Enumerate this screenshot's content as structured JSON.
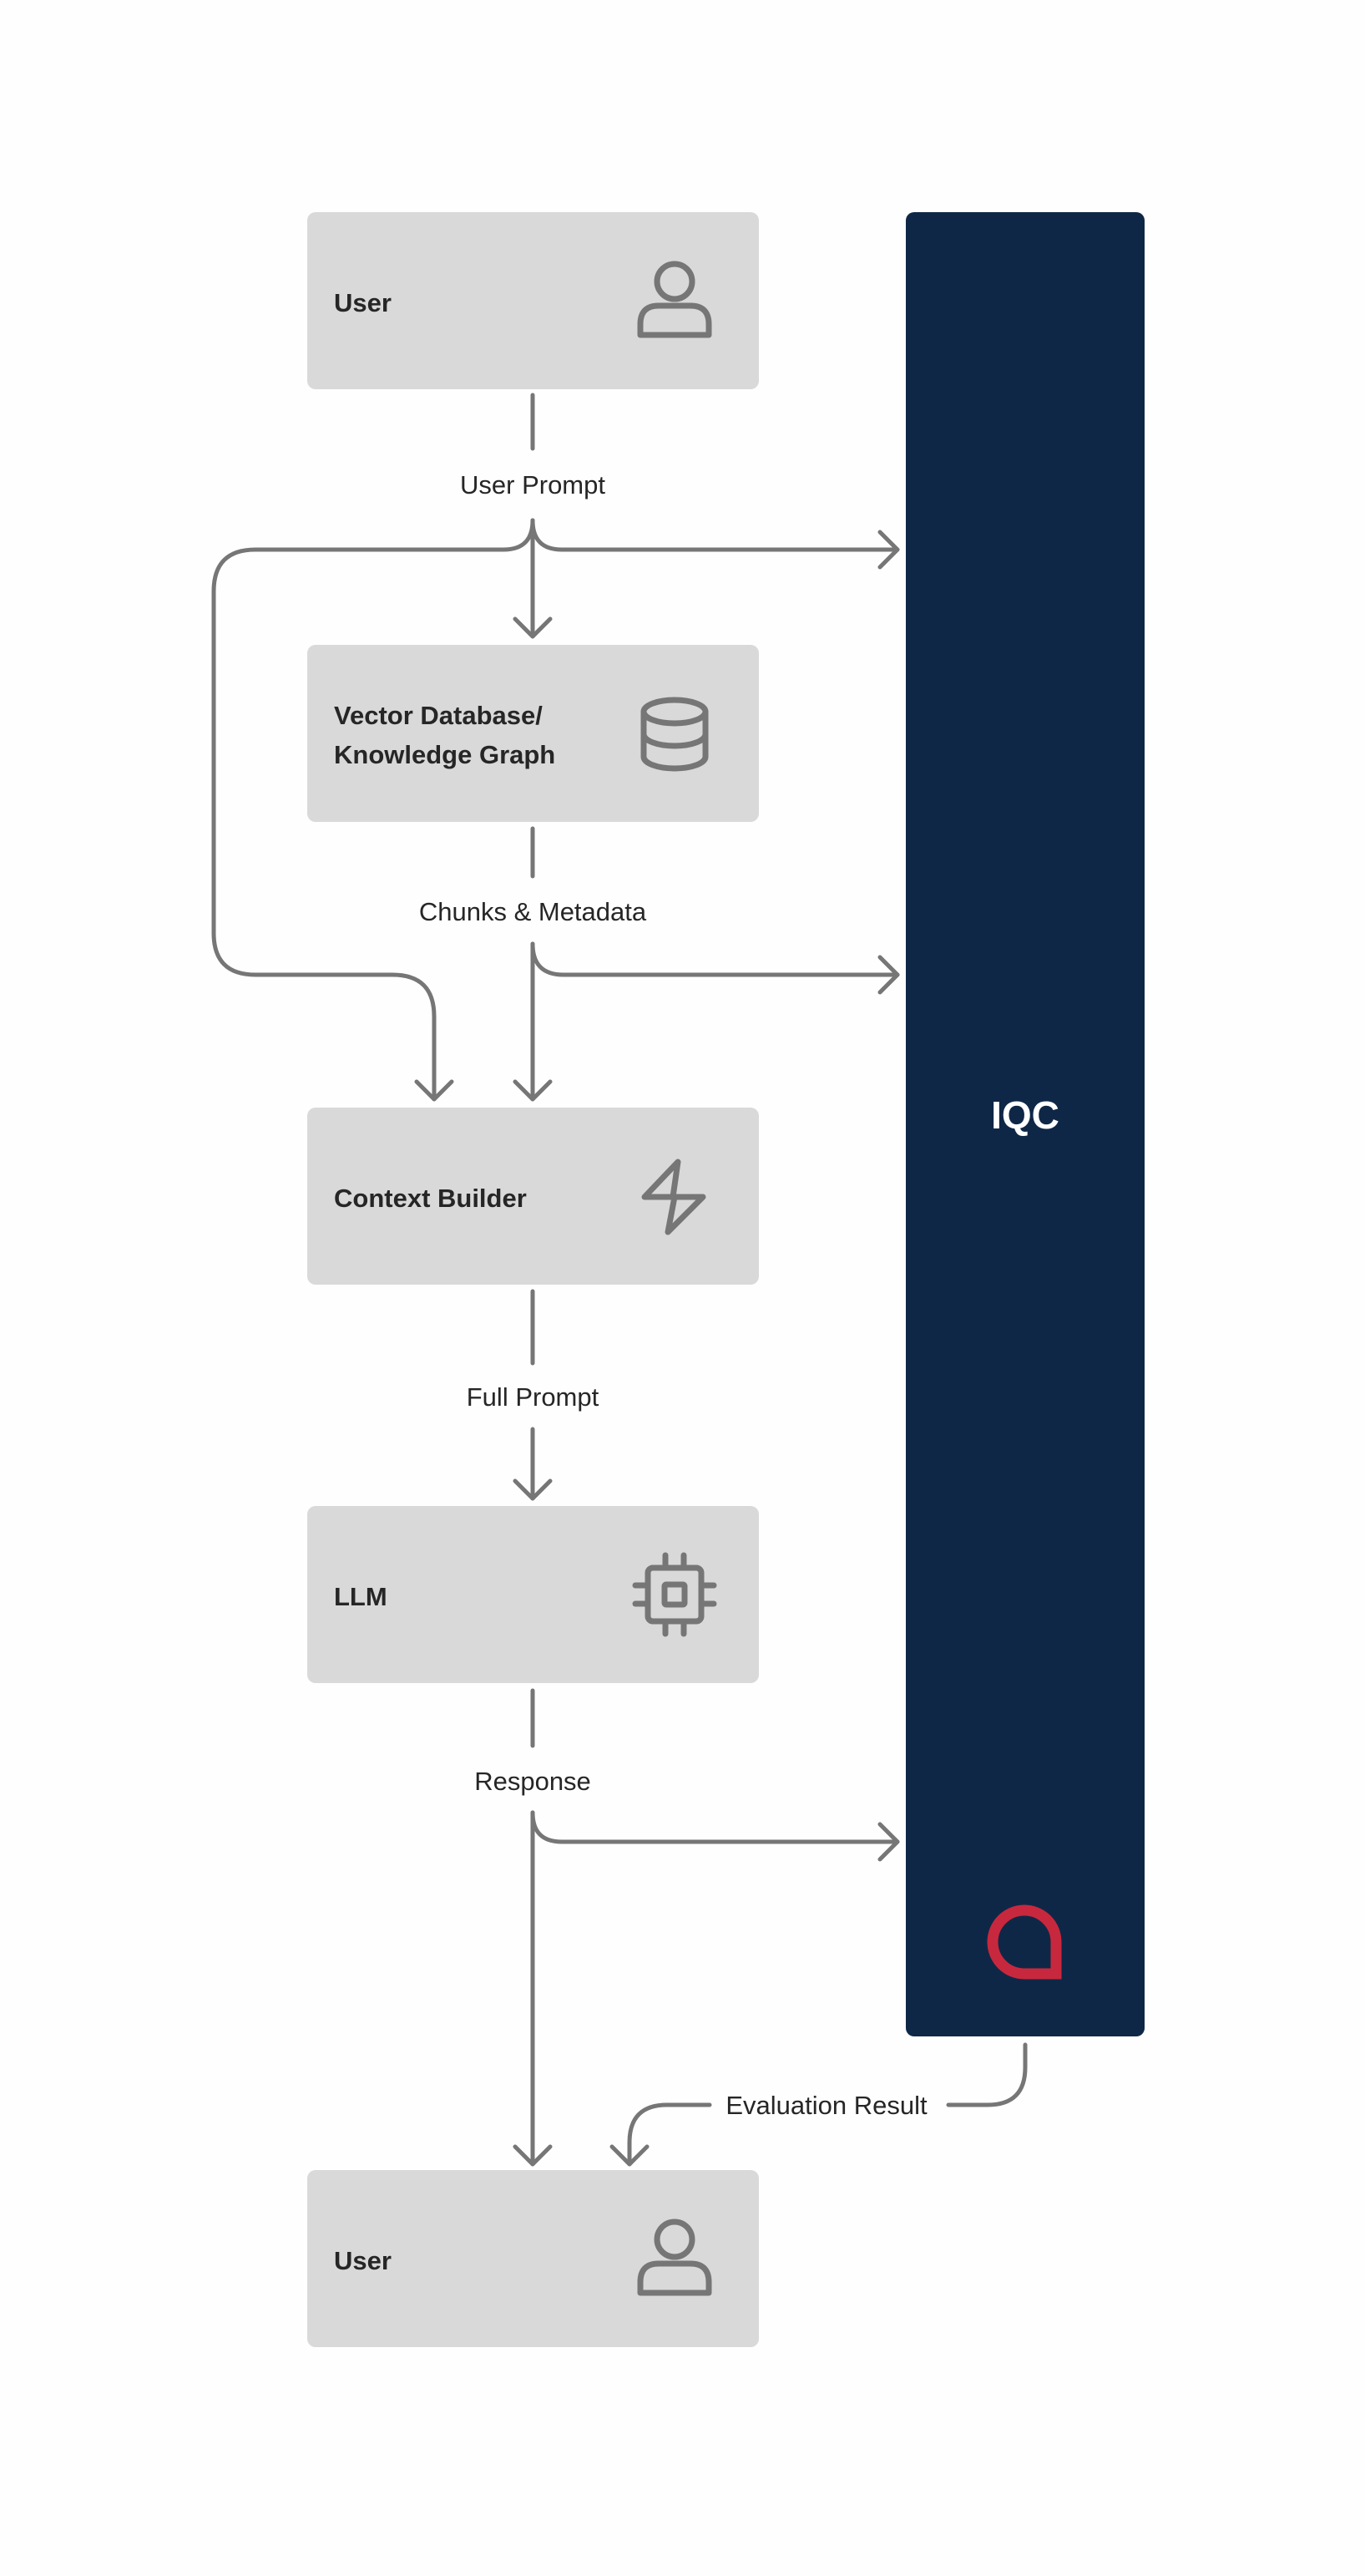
{
  "nodes": {
    "user_top": {
      "label": "User",
      "icon": "user-icon"
    },
    "vector_db": {
      "label_line1": "Vector Database/",
      "label_line2": "Knowledge Graph",
      "icon": "database-icon"
    },
    "context_builder": {
      "label": "Context Builder",
      "icon": "lightning-icon"
    },
    "llm": {
      "label": "LLM",
      "icon": "chip-icon"
    },
    "user_bottom": {
      "label": "User",
      "icon": "user-icon"
    }
  },
  "iqc": {
    "label": "IQC",
    "color": "#0f2747",
    "logo": "iqc-logo-icon",
    "logo_color": "#c8283d"
  },
  "edges": {
    "user_prompt": "User Prompt",
    "chunks_metadata": "Chunks & Metadata",
    "full_prompt": "Full Prompt",
    "response": "Response",
    "evaluation_result": "Evaluation Result"
  },
  "colors": {
    "box": "#d9d9d9",
    "line": "#767676",
    "text": "#262626"
  }
}
